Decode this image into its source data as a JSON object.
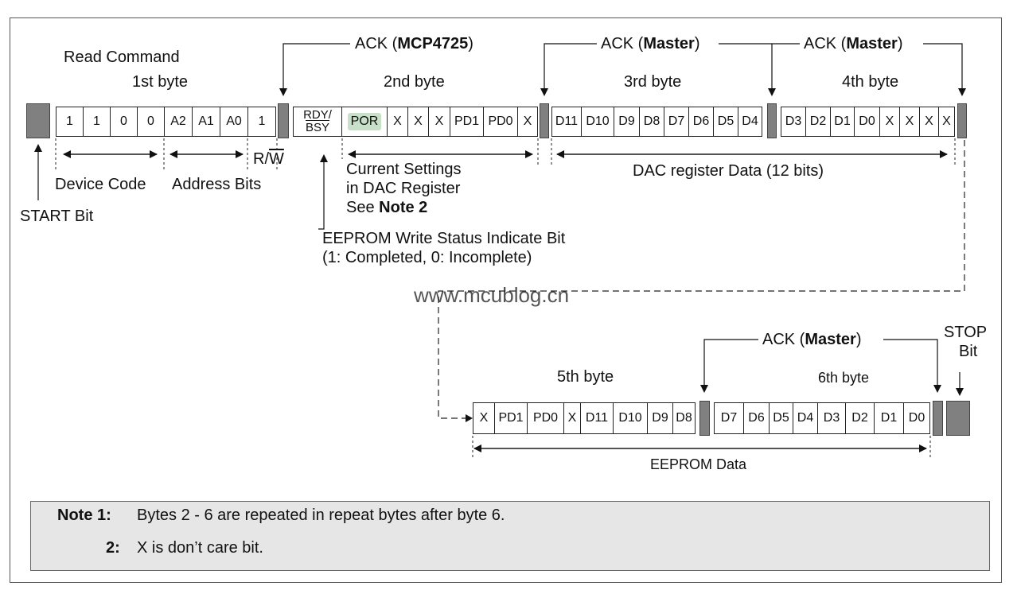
{
  "title": "Read Command",
  "byte_labels": {
    "b1": "1st byte",
    "b2": "2nd byte",
    "b3": "3rd byte",
    "b4": "4th byte",
    "b5": "5th byte",
    "b6": "6th byte"
  },
  "ack": {
    "mcp": "MCP4725",
    "master": "Master",
    "word": "ACK"
  },
  "byte1_bits": [
    "1",
    "1",
    "0",
    "0",
    "A2",
    "A1",
    "A0",
    "1"
  ],
  "byte2": {
    "rdy": "RDY/",
    "bsy": "BSY",
    "por": "POR",
    "bits": [
      "X",
      "X",
      "X",
      "PD1",
      "PD0",
      "X"
    ]
  },
  "byte3_bits": [
    "D11",
    "D10",
    "D9",
    "D8",
    "D7",
    "D6",
    "D5",
    "D4"
  ],
  "byte4_bits": [
    "D3",
    "D2",
    "D1",
    "D0",
    "X",
    "X",
    "X",
    "X"
  ],
  "byte5_bits": [
    "X",
    "PD1",
    "PD0",
    "X",
    "D11",
    "D10",
    "D9",
    "D8"
  ],
  "byte6_bits": [
    "D7",
    "D6",
    "D5",
    "D4",
    "D3",
    "D2",
    "D1",
    "D0"
  ],
  "labels": {
    "start": "START Bit",
    "stop1": "STOP",
    "stop2": "Bit",
    "device_code": "Device Code",
    "address_bits": "Address Bits",
    "r": "R/",
    "w": "W",
    "current1": "Current Settings",
    "current2": "in DAC Register",
    "current3_a": "See ",
    "current3_b": "Note 2",
    "dac_data": "DAC register Data (12 bits)",
    "eeprom_status1": "EEPROM Write Status Indicate Bit",
    "eeprom_status2": "(1: Completed, 0: Incomplete)",
    "eeprom_data": "EEPROM Data",
    "watermark": "www.mcublog.cn"
  },
  "notes": {
    "n1_label": "Note 1:",
    "n1_text": "Bytes 2 - 6 are repeated in repeat bytes after byte 6.",
    "n2_label": "2:",
    "n2_text": "X is don’t care bit."
  }
}
